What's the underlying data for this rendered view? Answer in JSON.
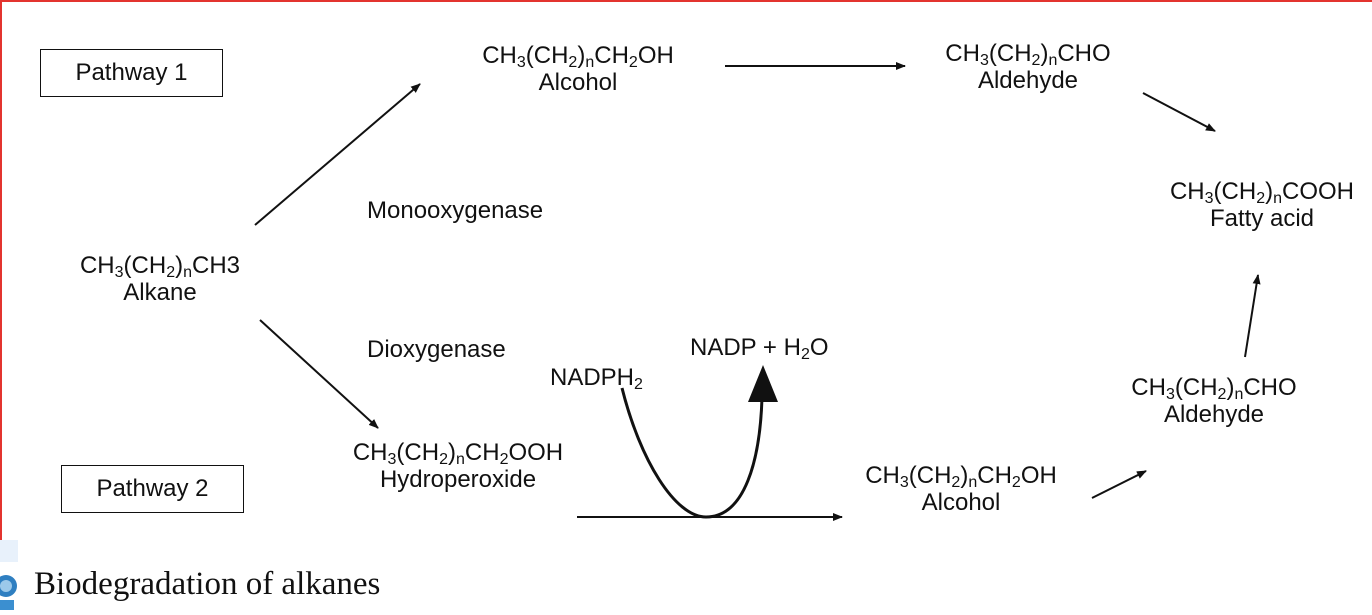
{
  "pathway1_label": "Pathway 1",
  "pathway2_label": "Pathway 2",
  "enzyme_mono": "Monooxygenase",
  "enzyme_di": "Dioxygenase",
  "caption": "Biodegradation of alkanes",
  "compounds": {
    "alkane": {
      "pre": "CH",
      "s1": "3",
      "mid": "(CH",
      "s2": "2",
      "mid2": ")",
      "s3": "n",
      "post": "CH3",
      "name": "Alkane"
    },
    "alcohol1": {
      "pre": "CH",
      "s1": "3",
      "mid": "(CH",
      "s2": "2",
      "mid2": ")",
      "s3": "n",
      "post": "CH",
      "s4": "2",
      "post2": "OH",
      "name": "Alcohol"
    },
    "aldehyde1": {
      "pre": "CH",
      "s1": "3",
      "mid": "(CH",
      "s2": "2",
      "mid2": ")",
      "s3": "n",
      "post": "CHO",
      "name": "Aldehyde"
    },
    "fatty_acid": {
      "pre": "CH",
      "s1": "3",
      "mid": "(CH",
      "s2": "2",
      "mid2": ")",
      "s3": "n",
      "post": "COOH",
      "name": "Fatty acid"
    },
    "hydroperoxide": {
      "pre": "CH",
      "s1": "3",
      "mid": "(CH",
      "s2": "2",
      "mid2": ")",
      "s3": "n",
      "post": "CH",
      "s4": "2",
      "post2": "OOH",
      "name": "Hydroperoxide"
    },
    "alcohol2": {
      "pre": "CH",
      "s1": "3",
      "mid": "(CH",
      "s2": "2",
      "mid2": ")",
      "s3": "n",
      "post": "CH",
      "s4": "2",
      "post2": "OH",
      "name": "Alcohol"
    },
    "aldehyde2": {
      "pre": "CH",
      "s1": "3",
      "mid": "(CH",
      "s2": "2",
      "mid2": ")",
      "s3": "n",
      "post": "CHO",
      "name": "Aldehyde"
    }
  },
  "cofactor_in": {
    "pre": "NADPH",
    "sub": "2"
  },
  "cofactor_out": {
    "pre": "NADP + H",
    "sub": "2",
    "post": "O"
  }
}
